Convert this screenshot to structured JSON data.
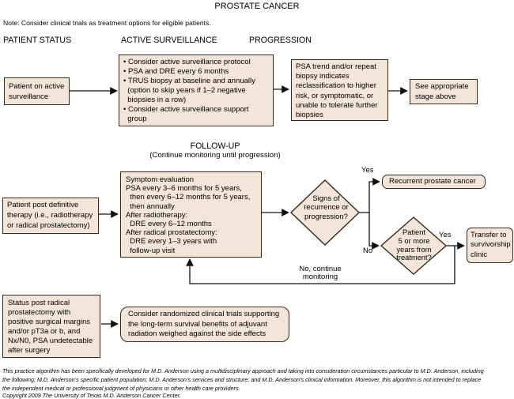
{
  "title": "PROSTATE CANCER",
  "note": "Note: Consider clinical trials as treatment options for eligible patients.",
  "column_headers": {
    "patient_status": "PATIENT STATUS",
    "active_surveillance": "ACTIVE SURVEILLANCE",
    "progression": "PROGRESSION"
  },
  "followup_header": {
    "title": "FOLLOW-UP",
    "subtitle": "(Continue monitoring until progression)"
  },
  "boxes": {
    "patient_active_surveillance": "Patient on active\nsurveillance",
    "surveillance_protocol": "• Consider active surveillance protocol\n• PSA and DRE every 6 months\n• TRUS biopsy at baseline and annually\n  (option to skip years if 1–2 negative\n  biopsies in a row)\n• Consider active surveillance support\n  group",
    "psa_trend": "PSA trend and/or repeat\nbiopsy indicates\nreclassification to higher\nrisk, or symptomatic, or\nunable to tolerate further\nbiopsies",
    "see_stage": "See appropriate\nstage above",
    "patient_post_definitive": "Patient post definitive\ntherapy (i.e., radiotherapy\nor radical prostatectomy)",
    "followup_details": "Symptom evaluation\nPSA every 3–6 months for 5 years,\n  then every 6–12 months for 5 years,\n  then annually\nAfter radiotherapy:\n  DRE every 6–12 months\nAfter radical prostatectomy:\n  DRE every 1–3 years with\n  follow-up visit",
    "recurrent_cancer": "Recurrent prostate cancer",
    "transfer_survivorship": "Transfer to\nsurvivorship\nclinic",
    "status_post_radical": "Status post radical\nprostatectomy with\npositive surgical margins\nand/or pT3a or b, and\nNx/N0, PSA undetectable\nafter surgery",
    "randomized_trials": "Consider randomized clinical trials supporting\nthe long-term survival benefits of adjuvant\nradiation weighed against the side effects"
  },
  "decisions": {
    "signs_recurrence": "Signs of\nrecurrence or\nprogression?",
    "patient_5_years": "Patient\n5 or more\nyears from\ntreatment?"
  },
  "labels": {
    "yes_recurrence": "Yes",
    "no_recurrence": "No",
    "yes_survivorship": "Yes",
    "no_continue": "No, continue\nmonitoring"
  },
  "footer": {
    "disclaimer": "This practice algorithm has been specifically developed for M.D. Anderson using a multidisciplinary approach and taking into consideration circumstances particular to M.D. Anderson, including\nthe following: M.D. Anderson’s specific patient population; M.D. Anderson’s services and structure; and M.D. Anderson’s clinical information. Moreover, this algorithm is not intended to replace\nthe independent medical or professional judgment of physicians or other health care providers.",
    "copyright": "Copyright 2009 The University of Texas M.D. Anderson Cancer Center."
  },
  "colors": {
    "box_fill": "#f3e5d8",
    "box_border": "#38291c",
    "line": "#111111",
    "background": "#ffffff"
  }
}
